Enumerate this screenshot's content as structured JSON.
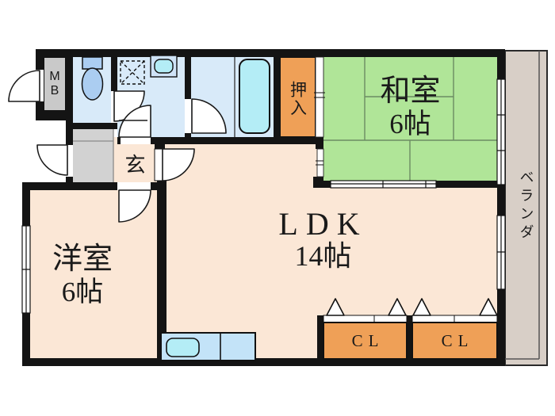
{
  "plan": {
    "rooms": {
      "washitsu": {
        "label": "和室",
        "size": "6帖"
      },
      "yoshitsu": {
        "label": "洋室",
        "size": "6帖"
      },
      "ldk": {
        "label": "LDK",
        "size": "14帖"
      },
      "genkan": {
        "label": "玄"
      },
      "oshiire": {
        "label": "押入"
      },
      "veranda": {
        "label": "ベランダ"
      },
      "meter_box": {
        "line1": "M",
        "line2": "B"
      },
      "closet_left": {
        "label": "CL"
      },
      "closet_right": {
        "label": "CL"
      }
    },
    "colors": {
      "ink": "#1a1a1a",
      "wall": "#141414",
      "tatami_green": "#b0e598",
      "floor_beige": "#fbe7d6",
      "wet_blue": "#d8eaf9",
      "fixture_blue": "#abcdf1",
      "water_cyan": "#b4edf6",
      "counter_blue": "#c3e3f8",
      "closet_orange": "#efa057",
      "porch_grey": "#d2d2d2",
      "mb_grey": "#c9c9c9",
      "veranda_grey": "#d8cfc7"
    }
  }
}
